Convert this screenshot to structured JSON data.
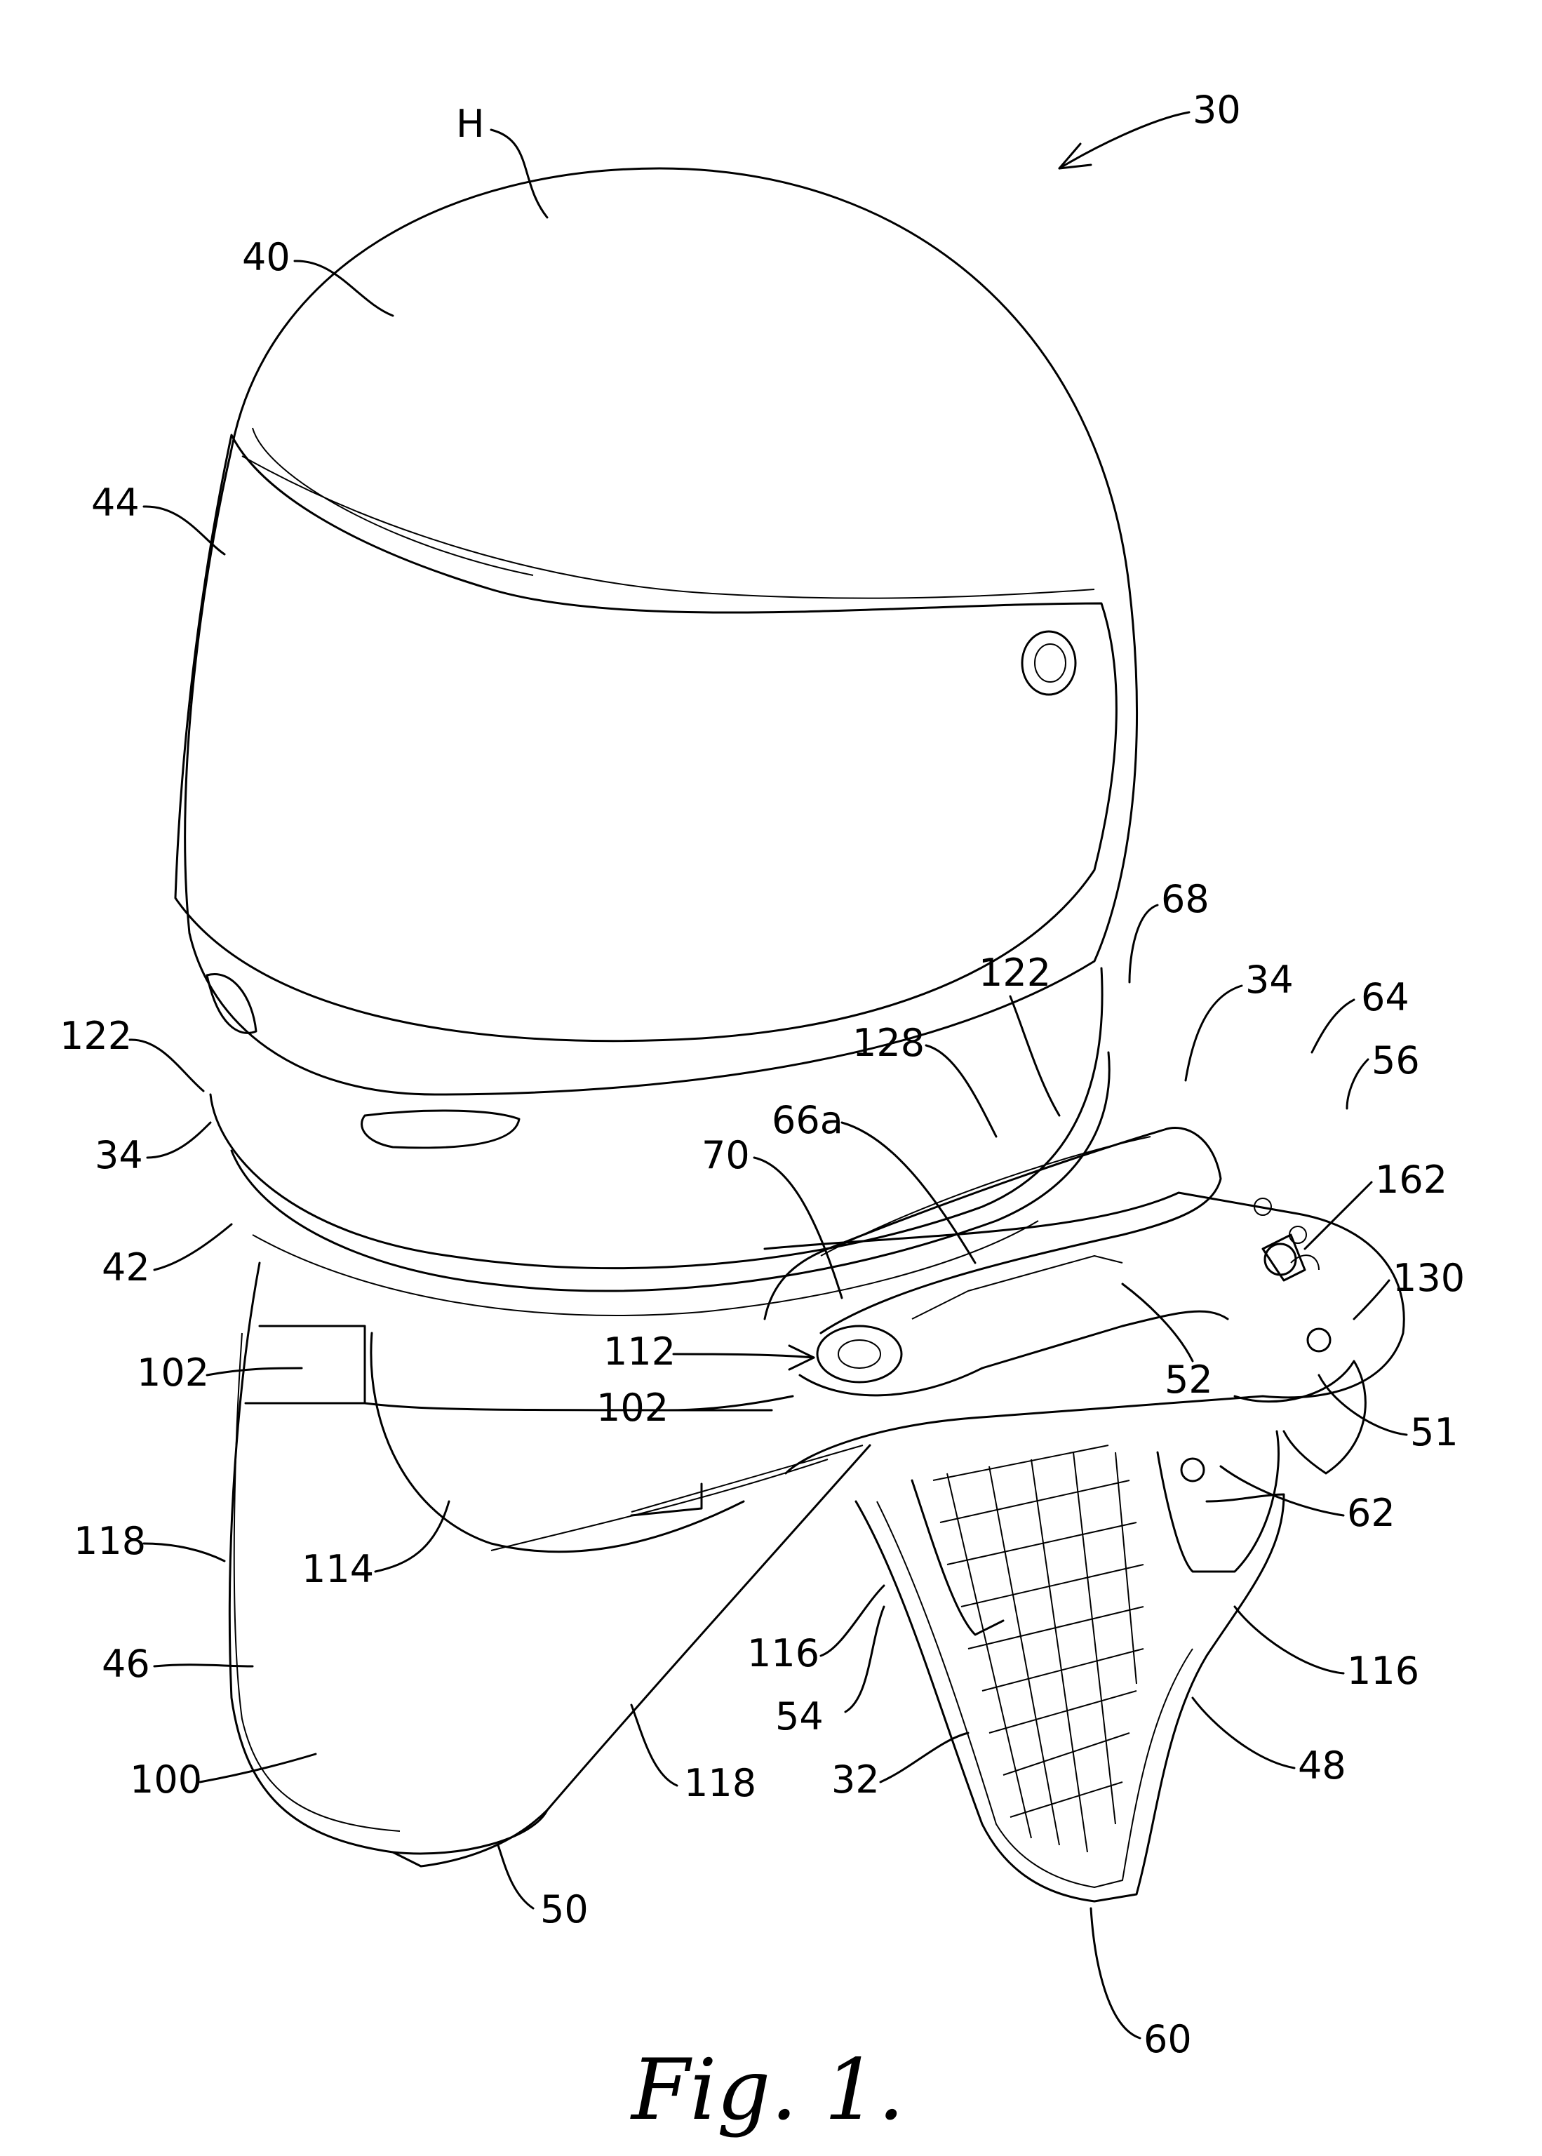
{
  "figure": {
    "caption": "Fig. 1.",
    "labels": {
      "l30": "30",
      "lH": "H",
      "l40": "40",
      "l44": "44",
      "l122a": "122",
      "l34a": "34",
      "l42": "42",
      "l102a": "102",
      "l118a": "118",
      "l46": "46",
      "l100": "100",
      "l50": "50",
      "l114": "114",
      "l118b": "118",
      "l112": "112",
      "l102b": "102",
      "l70": "70",
      "l66a": "66a",
      "l128": "128",
      "l122b": "122",
      "l68": "68",
      "l34b": "34",
      "l64": "64",
      "l56": "56",
      "l162": "162",
      "l130": "130",
      "l51": "51",
      "l52": "52",
      "l62": "62",
      "l116a": "116",
      "l116b": "116",
      "l54": "54",
      "l32": "32",
      "l48": "48",
      "l60": "60"
    }
  }
}
